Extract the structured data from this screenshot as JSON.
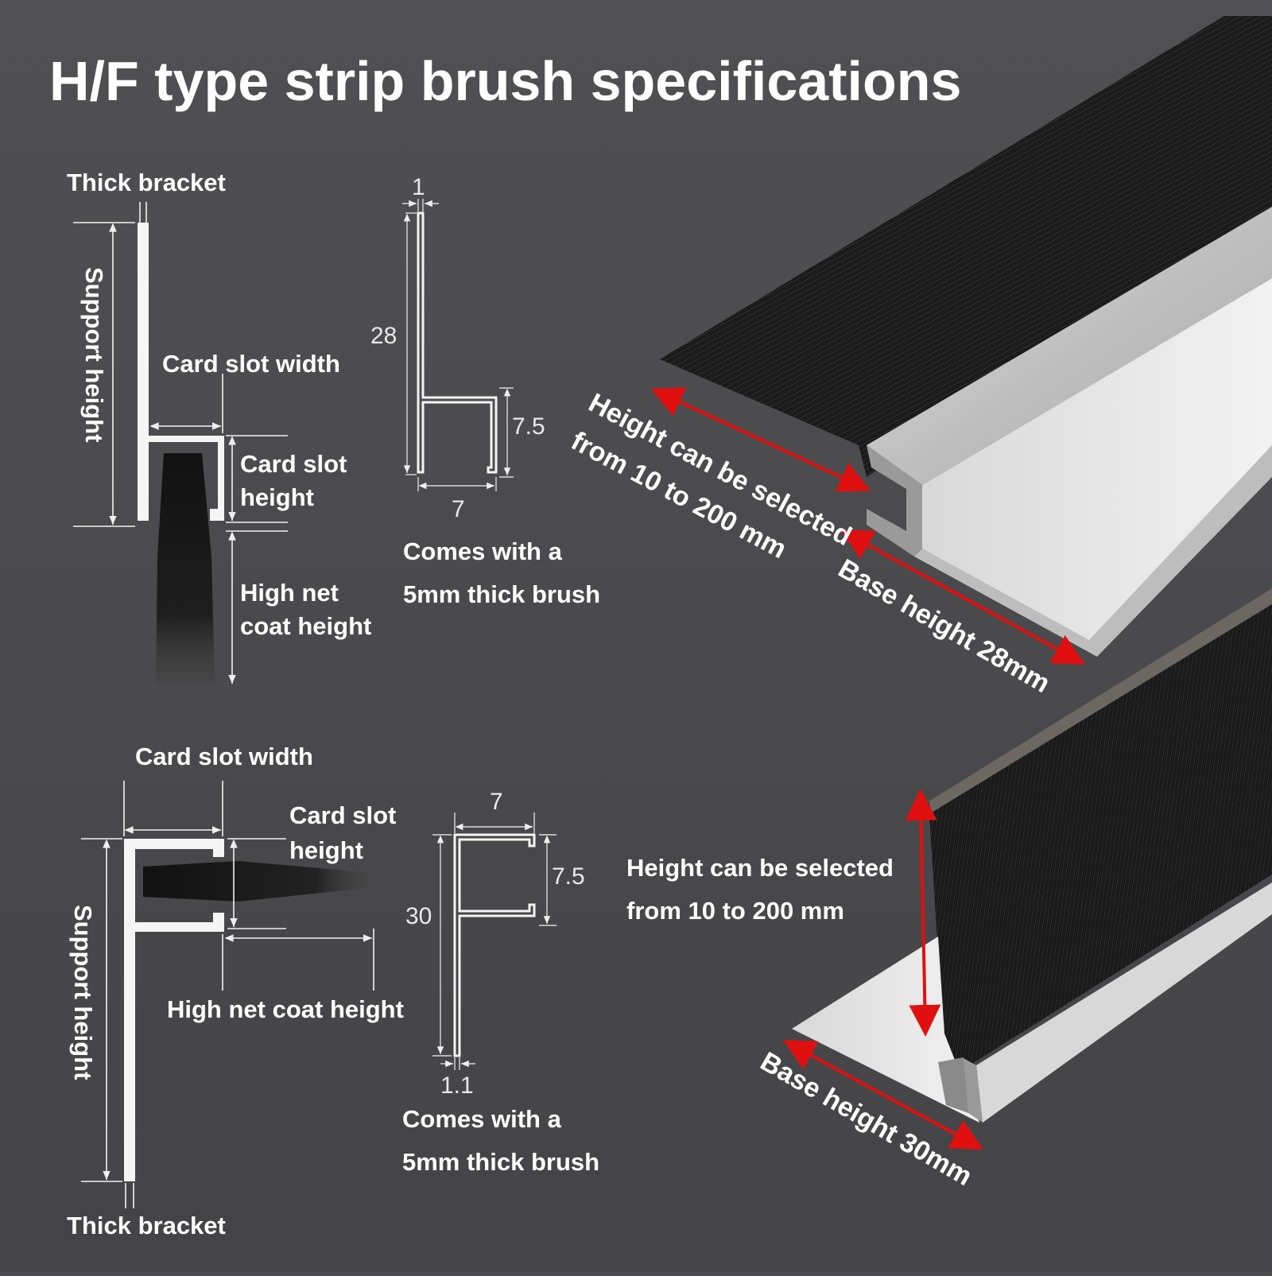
{
  "title": "H/F type strip brush specifications",
  "h_type": {
    "thick_bracket": "Thick bracket",
    "support_height": "Support height",
    "card_slot_width": "Card slot width",
    "card_slot_height_line1": "Card slot",
    "card_slot_height_line2": "height",
    "high_net_line1": "High net",
    "high_net_line2": "coat height",
    "dims": {
      "thickness": "1",
      "height": "28",
      "slot_height": "7.5",
      "slot_width": "7"
    },
    "brush_note_line1": "Comes with a",
    "brush_note_line2": "5mm thick brush",
    "photo_height_line1": "Height can be selected",
    "photo_height_line2": "from 10 to 200 mm",
    "photo_base": "Base height 28mm"
  },
  "f_type": {
    "card_slot_width": "Card slot width",
    "card_slot_height_line1": "Card slot",
    "card_slot_height_line2": "height",
    "support_height": "Support height",
    "high_net": "High net coat height",
    "thick_bracket": "Thick bracket",
    "dims": {
      "slot_width": "7",
      "slot_height": "7.5",
      "height": "30",
      "thickness": "1.1"
    },
    "brush_note_line1": "Comes with a",
    "brush_note_line2": "5mm thick brush",
    "photo_height_line1": "Height can be selected",
    "photo_height_line2": "from 10 to 200 mm",
    "photo_base": "Base height 30mm"
  },
  "colors": {
    "background": "#4b4b4d",
    "arrow": "#e01010",
    "aluminium": "#cfcfcf",
    "bristles": "#1a1a1a"
  }
}
